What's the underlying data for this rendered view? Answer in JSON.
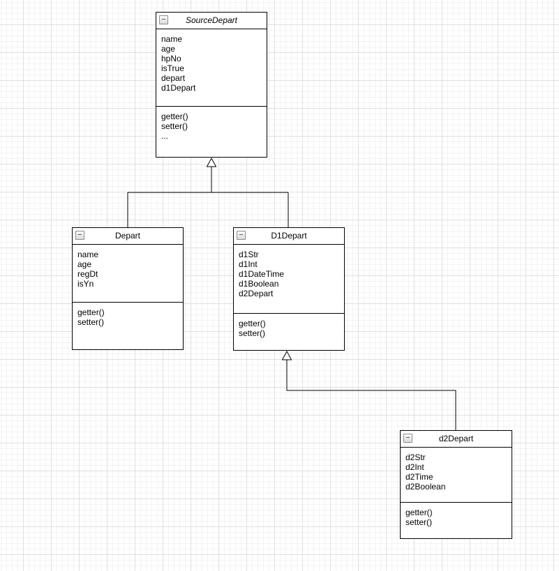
{
  "diagram": {
    "type": "uml-class-diagram",
    "colors": {
      "background": "#ffffff",
      "grid_minor": "#f3f3f3",
      "grid_major": "#e0e0e0",
      "box_fill": "#ffffff",
      "line": "#000000",
      "text": "#000000"
    },
    "icons": {
      "collapse": "−"
    },
    "classes": [
      {
        "title": "SourceDepart",
        "abstract": true,
        "attributes": [
          "name",
          "age",
          "hpNo",
          "isTrue",
          "depart",
          "d1Depart"
        ],
        "methods": [
          "getter()",
          "setter()",
          "..."
        ]
      },
      {
        "title": "Depart",
        "abstract": false,
        "attributes": [
          "name",
          "age",
          "regDt",
          "isYn"
        ],
        "methods": [
          "getter()",
          "setter()"
        ]
      },
      {
        "title": "D1Depart",
        "abstract": false,
        "attributes": [
          "d1Str",
          "d1Int",
          "d1DateTime",
          "d1Boolean",
          "d2Depart"
        ],
        "methods": [
          "getter()",
          "setter()"
        ]
      },
      {
        "title": "d2Depart",
        "abstract": false,
        "attributes": [
          "d2Str",
          "d2Int",
          "d2Time",
          "d2Boolean"
        ],
        "methods": [
          "getter()",
          "setter()"
        ]
      }
    ],
    "relations": [
      {
        "type": "generalization",
        "from": "Depart",
        "to": "SourceDepart"
      },
      {
        "type": "generalization",
        "from": "D1Depart",
        "to": "SourceDepart"
      },
      {
        "type": "generalization",
        "from": "d2Depart",
        "to": "D1Depart"
      }
    ]
  }
}
